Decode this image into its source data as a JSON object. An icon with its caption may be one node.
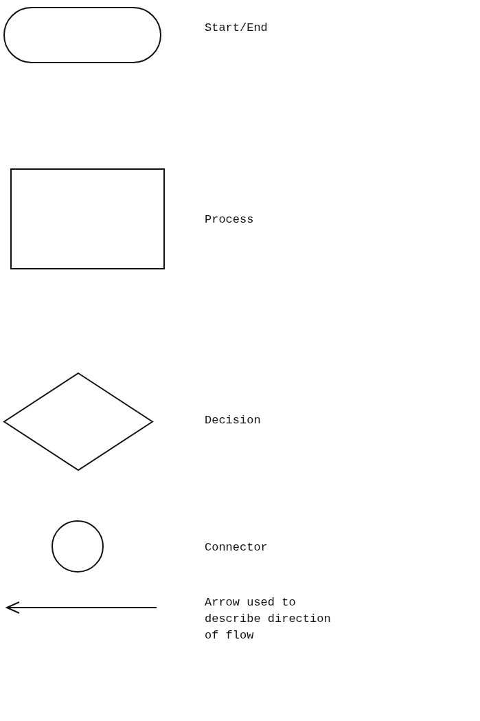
{
  "diagram": {
    "nodes": [
      {
        "text": [],
        "shape": "oval"
      },
      {
        "text": [],
        "shape": "box"
      },
      {
        "text": [],
        "shape": "diamond"
      },
      {
        "text": [],
        "shape": "circle"
      }
    ],
    "labels": [
      "Start/End",
      "Process",
      "Decision",
      "Connector",
      "Arrow used to describe direction of flow"
    ]
  }
}
